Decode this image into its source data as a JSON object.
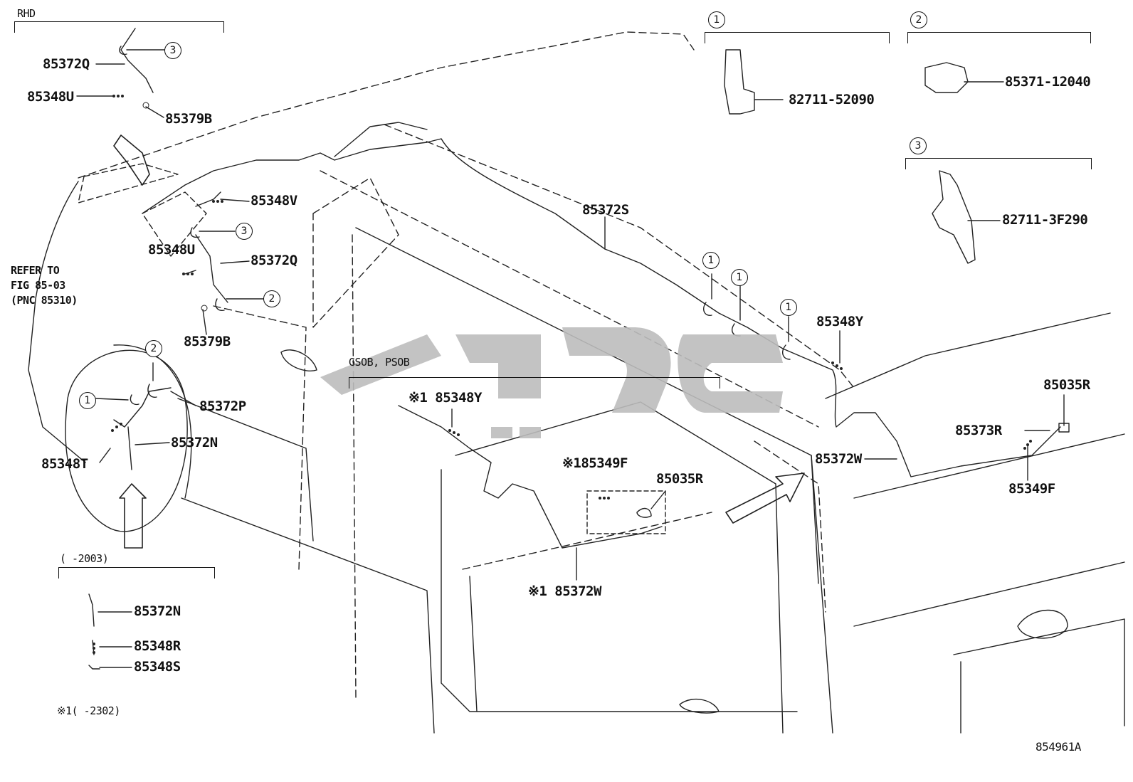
{
  "headers": {
    "rhd": "RHD",
    "gsob": "GSOB, PSOB",
    "range_2003": "(    -2003)",
    "footnote": "※1(    -2302)"
  },
  "refer": {
    "line1": "REFER TO",
    "line2": "FIG 85-03",
    "line3": "(PNC 85310)"
  },
  "callouts": {
    "c1": "1",
    "c2": "2",
    "c3": "3"
  },
  "parts": {
    "p85372Q_top": "85372Q",
    "p85348U_top": "85348U",
    "p85379B_top": "85379B",
    "p85348V": "85348V",
    "p85372Q_mid": "85372Q",
    "p85348U_mid": "85348U",
    "p85379B_mid": "85379B",
    "p85372P": "85372P",
    "p85372N": "85372N",
    "p85348T": "85348T",
    "p85372S": "85372S",
    "p85348Y": "85348Y",
    "p85348Y_x1": "※1 85348Y",
    "p85349F_x1": "※185349F",
    "p85035R_mid": "85035R",
    "p85372W_x1": "※1 85372W",
    "p85372W": "85372W",
    "p85035R_right": "85035R",
    "p85373R": "85373R",
    "p85349F": "85349F",
    "p85372N_box": "85372N",
    "p85348R": "85348R",
    "p85348S": "85348S",
    "p82711_52090": "82711-52090",
    "p85371_12040": "85371-12040",
    "p82711_3F290": "82711-3F290"
  },
  "figure_id": "854961A"
}
